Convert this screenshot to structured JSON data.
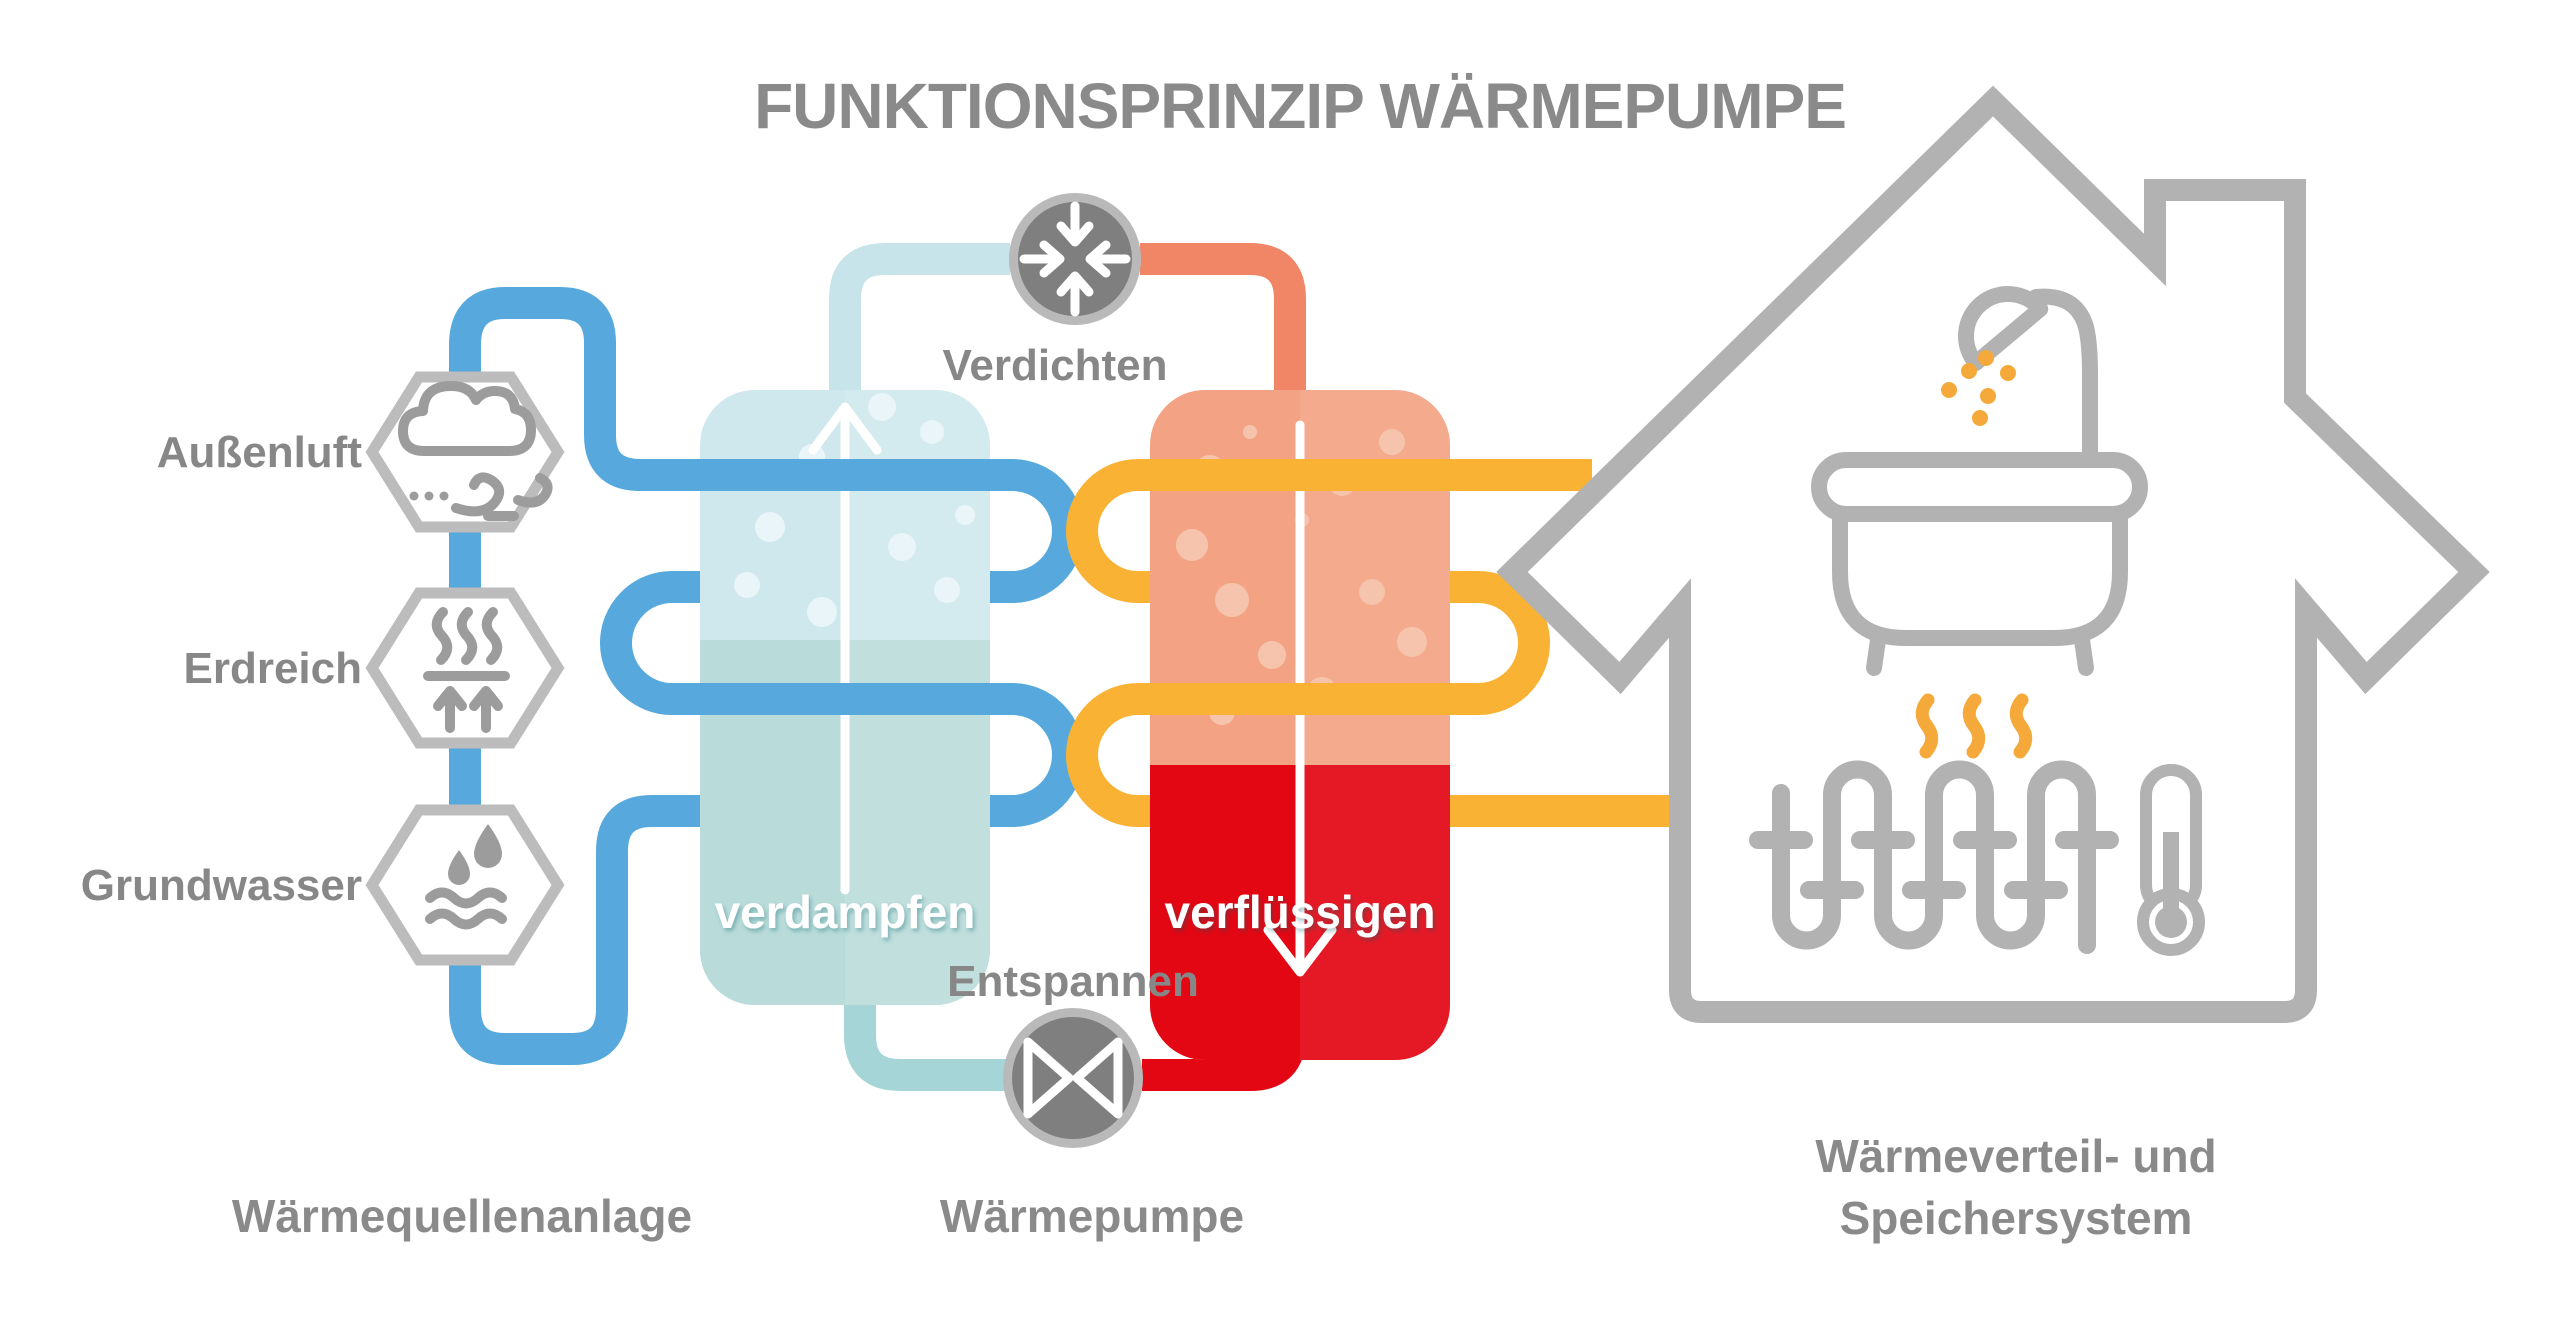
{
  "title": "FUNKTIONSPRINZIP WÄRMEPUMPE",
  "source_system": {
    "caption": "Wärmequellenanlage",
    "sources": [
      {
        "label": "Außenluft",
        "icon": "cloud-wind-icon"
      },
      {
        "label": "Erdreich",
        "icon": "ground-heat-icon"
      },
      {
        "label": "Grundwasser",
        "icon": "groundwater-icon"
      }
    ]
  },
  "heat_pump": {
    "caption": "Wärmepumpe",
    "processes": {
      "compress": "Verdichten",
      "evaporate": "verdampfen",
      "condense": "verflüssigen",
      "expand": "Entspannen"
    }
  },
  "distribution_system": {
    "caption_line1": "Wärmeverteil- und",
    "caption_line2": "Speichersystem"
  },
  "colors": {
    "source_pipe": "#57a9dd",
    "heating_pipe": "#f9b233",
    "hot_gas_pipe": "#f08665",
    "cold_gas_pipe": "#c7e4ea",
    "expanded_pipe": "#a5d5d6",
    "liquid_pipe": "#e30613",
    "evaporator_gas": "#cfe8ee",
    "evaporator_liquid": "#b9dcda",
    "evaporator_bubble": "#e9f5f8",
    "condenser_gas": "#f3a383",
    "condenser_liquid": "#e30613",
    "condenser_bubble": "#f6c4ad",
    "device_circle": "#7f7f7f",
    "device_ring": "#b9b9b9",
    "outline_gray": "#b2b2b2",
    "text_gray": "#8a8a8a",
    "label_gray": "#878787"
  }
}
